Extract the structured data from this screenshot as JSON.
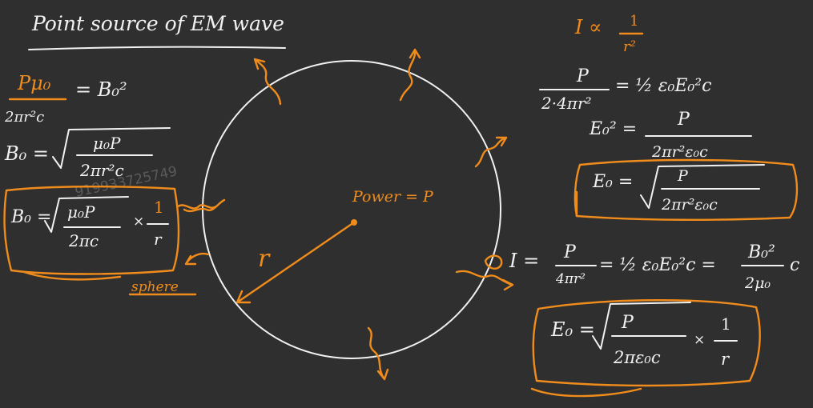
{
  "title": "Point source of EM wave",
  "center_label": "Power = P",
  "radius_label": "r",
  "sphere_label": "sphere",
  "watermark": "919933725749",
  "left": {
    "eq1_lhs_num": "Pμ₀",
    "eq1_lhs_den": "2πr²c",
    "eq1_rhs": "= B₀²",
    "eq2_lhs": "B₀ =",
    "eq2_num": "μ₀P",
    "eq2_den": "2πr²c",
    "eq3_lhs": "B₀ =",
    "eq3_num": "μ₀P",
    "eq3_den": "2πc",
    "eq3_mult": "×",
    "eq3_frac_num": "1",
    "eq3_frac_den": "r"
  },
  "right": {
    "prop_left": "I ∝",
    "prop_num": "1",
    "prop_den": "r²",
    "eq1_num": "P",
    "eq1_den": "2·4πr²",
    "eq1_rhs": "= ½ ε₀E₀²c",
    "eq2_lhs": "E₀² =",
    "eq2_num": "P",
    "eq2_den": "2πr²ε₀c",
    "eq3_lhs": "E₀ =",
    "eq3_num": "P",
    "eq3_den": "2πr²ε₀c",
    "eq4_lhs": "I =",
    "eq4_num": "P",
    "eq4_den": "4πr²",
    "eq4_mid": "= ½ ε₀E₀²c =",
    "eq4_num2": "B₀²",
    "eq4_den2": "2μ₀",
    "eq4_tail": "c",
    "eq5_lhs": "E₀ =",
    "eq5_num": "P",
    "eq5_den": "2πε₀c",
    "eq5_mult": "×",
    "eq5_frac_num": "1",
    "eq5_frac_den": "r"
  }
}
